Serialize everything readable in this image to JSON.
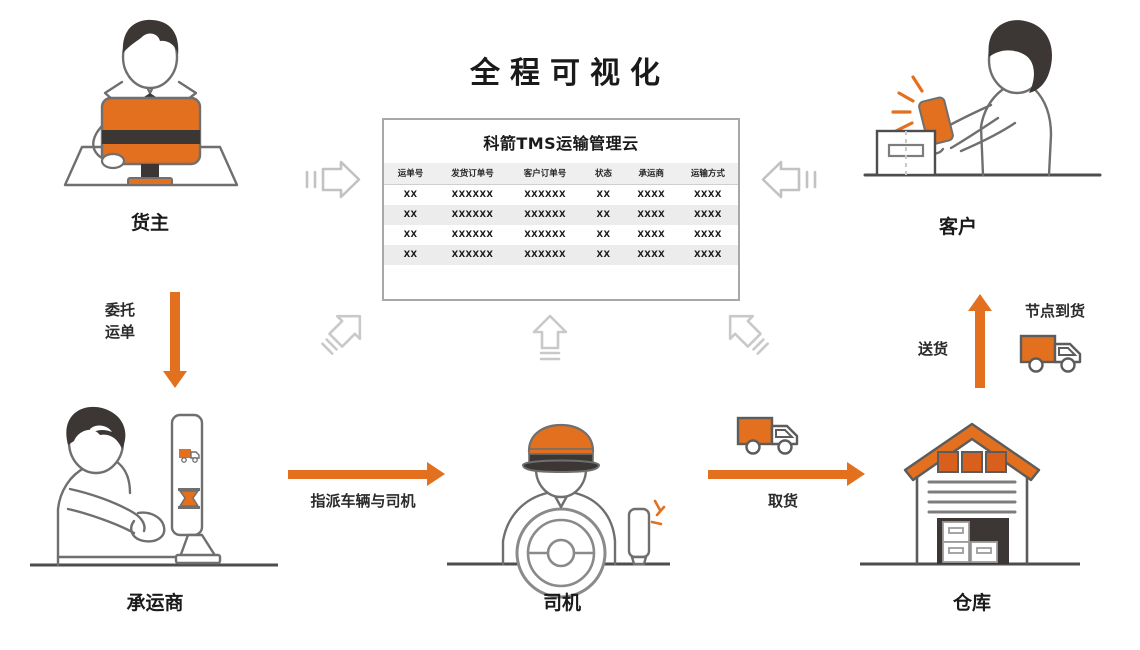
{
  "title": "全程可视化",
  "palette": {
    "orange": "#e2701e",
    "dark": "#3c3734",
    "gray_line": "#6f6f6f",
    "light_gray": "#bdbdbd"
  },
  "card": {
    "title": "科箭TMS运输管理云",
    "columns": [
      "运单号",
      "发货订单号",
      "客户订单号",
      "状态",
      "承运商",
      "运输方式"
    ],
    "rows": [
      [
        "XX",
        "XXXXXX",
        "XXXXXX",
        "XX",
        "XXXX",
        "XXXX"
      ],
      [
        "XX",
        "XXXXXX",
        "XXXXXX",
        "XX",
        "XXXX",
        "XXXX"
      ],
      [
        "XX",
        "XXXXXX",
        "XXXXXX",
        "XX",
        "XXXX",
        "XXXX"
      ],
      [
        "XX",
        "XXXXXX",
        "XXXXXX",
        "XX",
        "XXXX",
        "XXXX"
      ]
    ]
  },
  "roles": {
    "shipper": "货主",
    "customer": "客户",
    "carrier": "承运商",
    "driver": "司机",
    "warehouse": "仓库"
  },
  "flows": {
    "entrust_line1": "委托",
    "entrust_line2": "运单",
    "assign": "指派车辆与司机",
    "pickup": "取货",
    "deliver": "送货",
    "node_arrival": "节点到货"
  },
  "icons": {
    "flow_in": "gray-arrow-right-icon",
    "flow_out": "gray-arrow-left-icon",
    "flow_up": "gray-arrow-up-icon",
    "flow_diag_left": "gray-arrow-diagonal-up-right-icon",
    "flow_diag_right": "gray-arrow-diagonal-up-left-icon",
    "truck": "truck-icon",
    "phone": "phone-icon",
    "monitor": "monitor-icon",
    "steering": "steering-wheel-icon",
    "warehouse": "warehouse-icon",
    "box": "box-icon"
  }
}
